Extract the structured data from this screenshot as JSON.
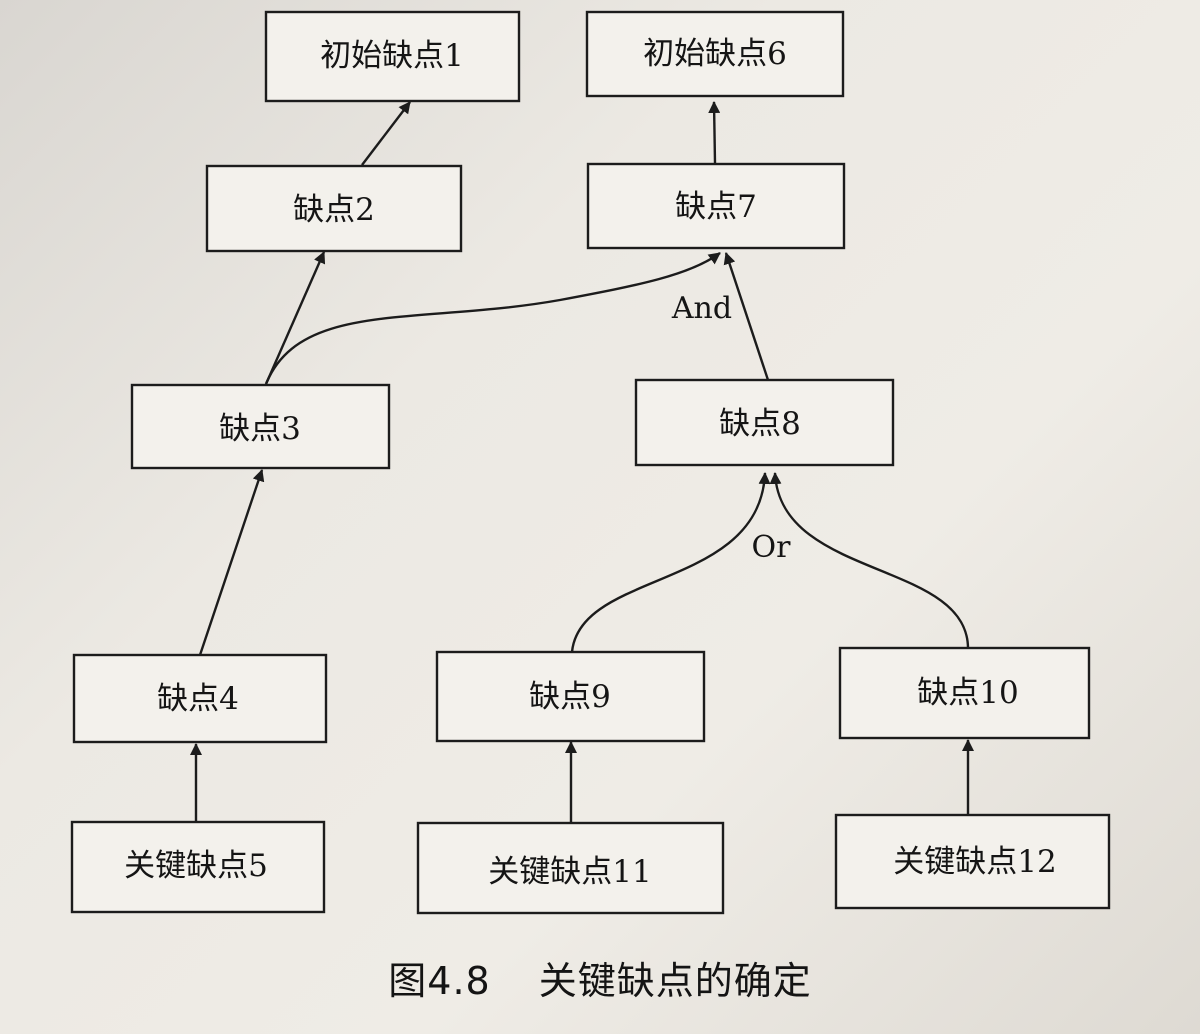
{
  "nodes": {
    "n1": {
      "label": "初始缺点1"
    },
    "n6": {
      "label": "初始缺点6"
    },
    "n2": {
      "label": "缺点2"
    },
    "n7": {
      "label": "缺点7"
    },
    "n3": {
      "label": "缺点3"
    },
    "n8": {
      "label": "缺点8"
    },
    "n4": {
      "label": "缺点4"
    },
    "n9": {
      "label": "缺点9"
    },
    "n10": {
      "label": "缺点10"
    },
    "n5": {
      "label": "关键缺点5"
    },
    "n11": {
      "label": "关键缺点11"
    },
    "n12": {
      "label": "关键缺点12"
    }
  },
  "gates": {
    "and_label": "And",
    "or_label": "Or"
  },
  "caption": {
    "figure_number": "图4.8",
    "title": "关键缺点的确定"
  },
  "colors": {
    "line": "#1c1c1c",
    "box_fill": "#f3f1ec",
    "paper": "#e8e4dd"
  }
}
